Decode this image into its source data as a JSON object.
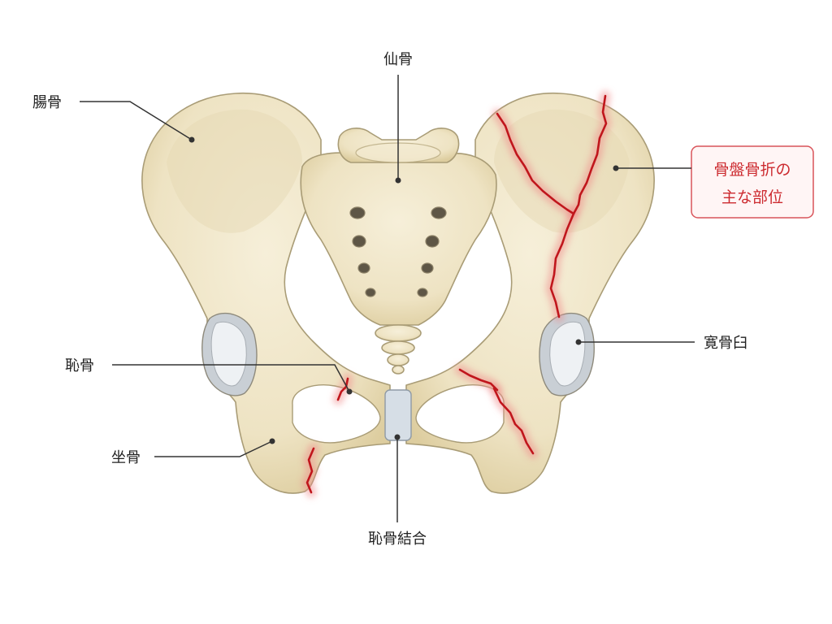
{
  "labels": {
    "sacrum": "仙骨",
    "ilium": "腸骨",
    "pubis": "恥骨",
    "ischium": "坐骨",
    "acetabulum": "寛骨臼",
    "pubic_symphysis": "恥骨結合"
  },
  "callout": {
    "line1": "骨盤骨折の",
    "line2": "主な部位"
  },
  "colors": {
    "bone": "#eee3c3",
    "bone_outline": "#a99c76",
    "fracture": "#c0161c",
    "fracture_glow": "#f08a8a",
    "callout_text": "#cc2a2f",
    "callout_border": "#d9545a",
    "callout_background": "#fff5f5",
    "leader": "#333333",
    "cartilage": "#d6dee6",
    "acetabulum": "#c9cfd5"
  }
}
